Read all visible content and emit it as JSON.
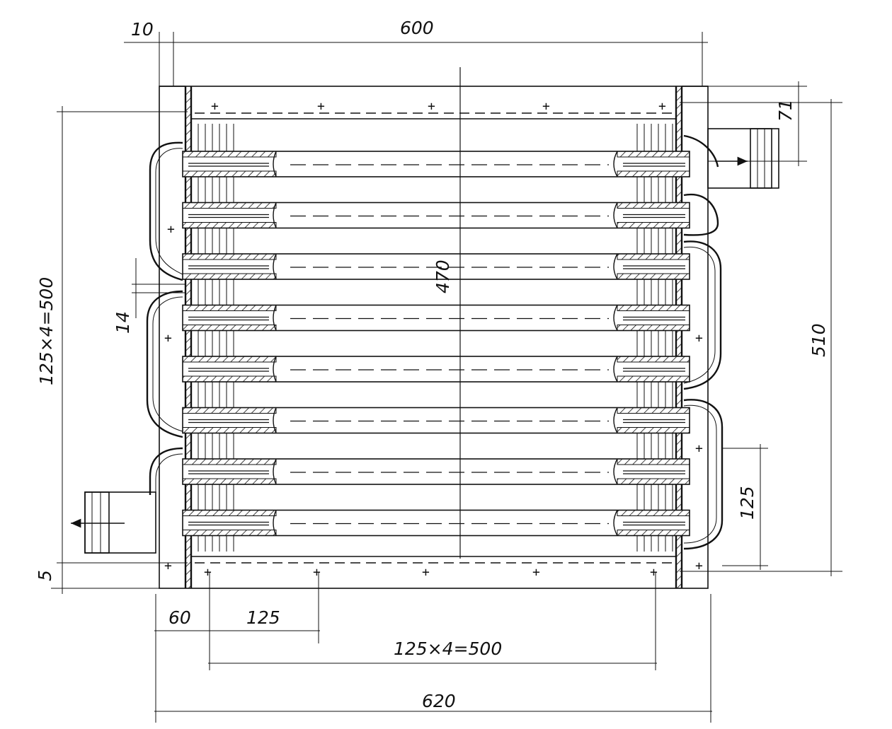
{
  "dimensions": {
    "top_10": "10",
    "top_600": "600",
    "right_71": "71",
    "right_510": "510",
    "right_125": "125",
    "left_125x4": "125×4=500",
    "left_14": "14",
    "left_5": "5",
    "center_470": "470",
    "bottom_60": "60",
    "bottom_125": "125",
    "bottom_125x4": "125×4=500",
    "bottom_620": "620"
  },
  "tubes": {
    "count": 8,
    "pitch_mm": 62.5
  },
  "colors": {
    "ink": "#111111",
    "paper": "#ffffff"
  }
}
